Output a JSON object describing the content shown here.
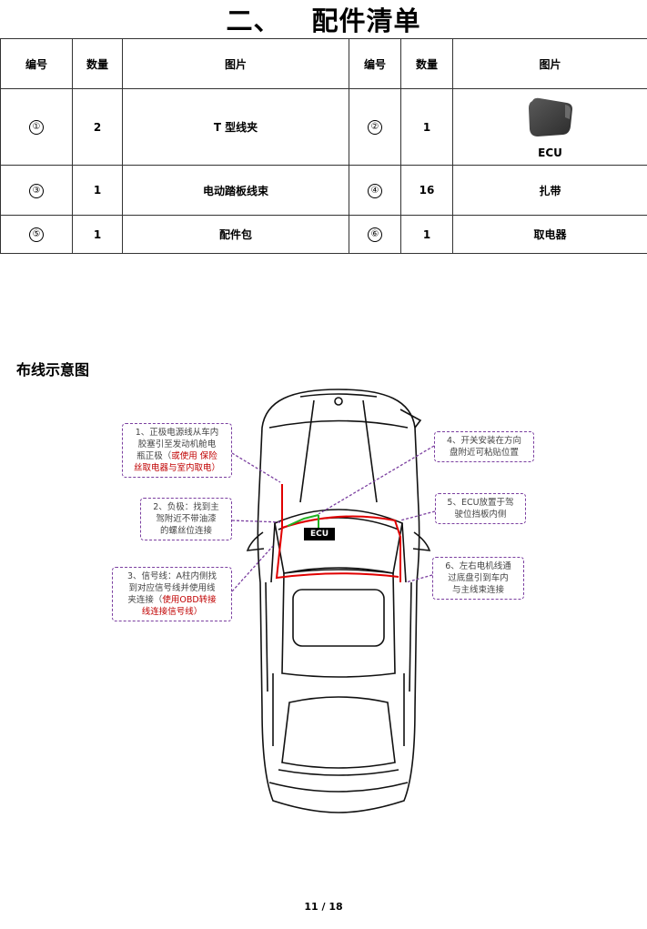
{
  "section": {
    "number": "二、",
    "title": "配件清单"
  },
  "table": {
    "headers": [
      "编号",
      "数量",
      "图片",
      "编号",
      "数量",
      "图片"
    ],
    "rows": [
      [
        {
          "no": "①",
          "qty": "2",
          "item": "T 型线夹"
        },
        {
          "no": "②",
          "qty": "1",
          "item": "ECU"
        }
      ],
      [
        {
          "no": "③",
          "qty": "1",
          "item": "电动踏板线束"
        },
        {
          "no": "④",
          "qty": "16",
          "item": "扎带"
        }
      ],
      [
        {
          "no": "⑤",
          "qty": "1",
          "item": "配件包"
        },
        {
          "no": "⑥",
          "qty": "1",
          "item": "取电器"
        }
      ]
    ]
  },
  "diagram": {
    "title": "布线示意图",
    "ecu_label": "ECU",
    "notes": {
      "n1_a": "1、正极电源线从车内",
      "n1_b": "胶塞引至发动机舱电",
      "n1_c": "瓶正极（",
      "n1_d": "或使用 保险",
      "n1_e": "丝取电器与室内取电）",
      "n2_a": "2、负极：找到主",
      "n2_b": "驾附近不带油漆",
      "n2_c": "的螺丝位连接",
      "n3_a": "3、信号线：A柱内侧找",
      "n3_b": "到对应信号线并使用线",
      "n3_c": "夹连接（",
      "n3_d": "使用OBD转接",
      "n3_e": "线连接信号线）",
      "n4_a": "4、开关安装在方向",
      "n4_b": "盘附近可粘贴位置",
      "n5_a": "5、ECU放置于驾",
      "n5_b": "驶位挡板内侧",
      "n6_a": "6、左右电机线通",
      "n6_b": "过底盘引到车内",
      "n6_c": "与主线束连接"
    },
    "colors": {
      "power_wire": "#e00000",
      "ground_wire": "#22b022",
      "callout": "#7b3fa0"
    }
  },
  "page": {
    "number": "11 / 18"
  }
}
